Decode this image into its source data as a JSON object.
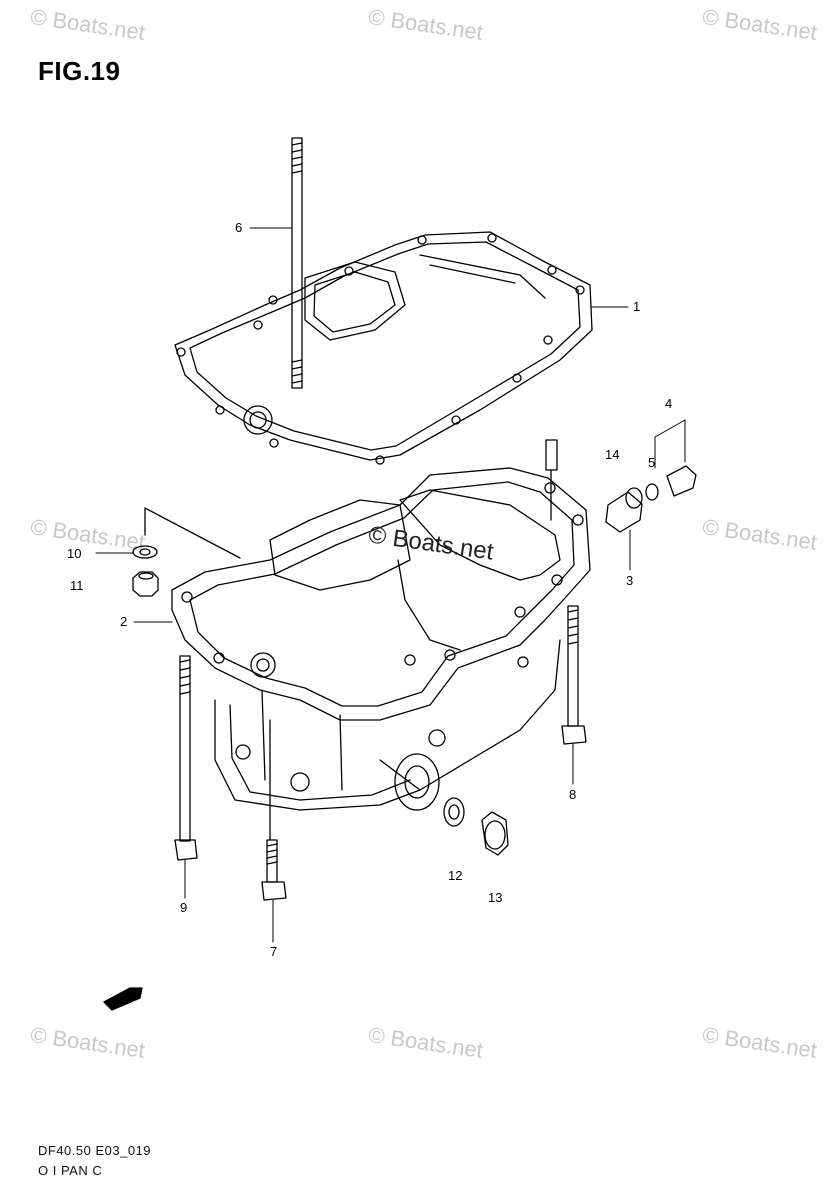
{
  "figure": {
    "title": "FIG.19"
  },
  "watermark": {
    "corner_text": "© Boats.net",
    "center_text": "© Boats.net"
  },
  "parts": [
    {
      "num": "1"
    },
    {
      "num": "2"
    },
    {
      "num": "3"
    },
    {
      "num": "4"
    },
    {
      "num": "5"
    },
    {
      "num": "6"
    },
    {
      "num": "7"
    },
    {
      "num": "8"
    },
    {
      "num": "9"
    },
    {
      "num": "10"
    },
    {
      "num": "11"
    },
    {
      "num": "12"
    },
    {
      "num": "13"
    },
    {
      "num": "14"
    }
  ],
  "footer": {
    "code": "DF40.50 E03_019",
    "caption": "O I PAN C"
  }
}
